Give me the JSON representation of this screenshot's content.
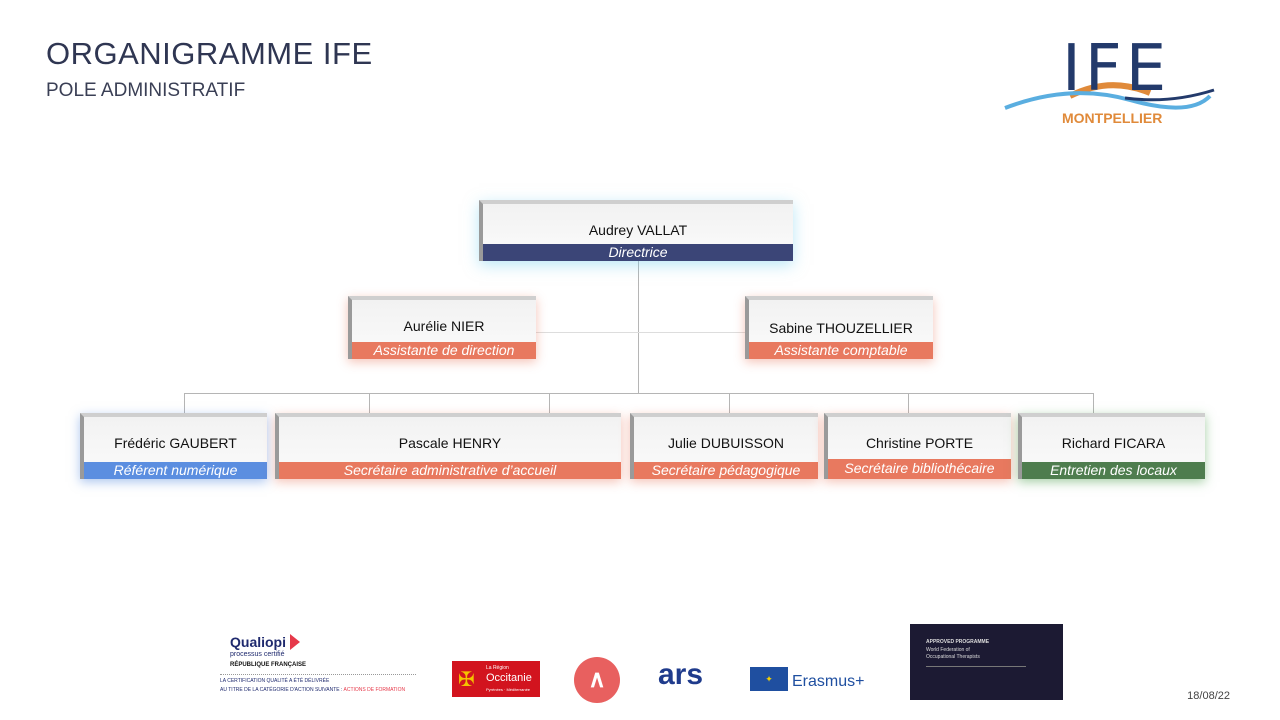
{
  "header": {
    "title": "ORGANIGRAMME IFE",
    "subtitle": "POLE ADMINISTRATIF"
  },
  "logo": {
    "text": "IFE",
    "city": "MONTPELLIER"
  },
  "colors": {
    "navy": "#3b4577",
    "orange": "#e8795f",
    "blue": "#5b8ee0",
    "green": "#4e7d4e"
  },
  "org": {
    "director": {
      "name": "Audrey VALLAT",
      "role": "Directrice"
    },
    "assistants": [
      {
        "name": "Aurélie NIER",
        "role": "Assistante de direction"
      },
      {
        "name": "Sabine THOUZELLIER",
        "role": "Assistante comptable"
      }
    ],
    "staff": [
      {
        "name": "Frédéric GAUBERT",
        "role": "Référent numérique"
      },
      {
        "name": "Pascale HENRY",
        "role": "Secrétaire administrative d’accueil"
      },
      {
        "name": "Julie DUBUISSON",
        "role": "Secrétaire pédagogique"
      },
      {
        "name": "Christine PORTE",
        "role": "Secrétaire bibliothécaire"
      },
      {
        "name": "Richard FICARA",
        "role": "Entretien des locaux"
      }
    ]
  },
  "footer": {
    "qualiopi": {
      "name": "Qualiopi",
      "sub": "processus certifié",
      "rf": "RÉPUBLIQUE FRANÇAISE",
      "line1": "LA CERTIFICATION QUALITÉ A ÉTÉ DÉLIVRÉE",
      "line2": "AU TITRE DE LA CATÉGORIE D'ACTION SUIVANTE :",
      "line2b": "ACTIONS DE FORMATION"
    },
    "occitanie": {
      "small": "La Région",
      "big": "Occitanie",
      "sub": "Pyrénées · Méditerranée"
    },
    "ars": "ars",
    "erasmus": "Erasmus+",
    "wfot": {
      "l1": "APPROVED PROGRAMME",
      "l2": "World Federation of",
      "l3": "Occupational Therapists"
    },
    "date": "18/08/22"
  }
}
